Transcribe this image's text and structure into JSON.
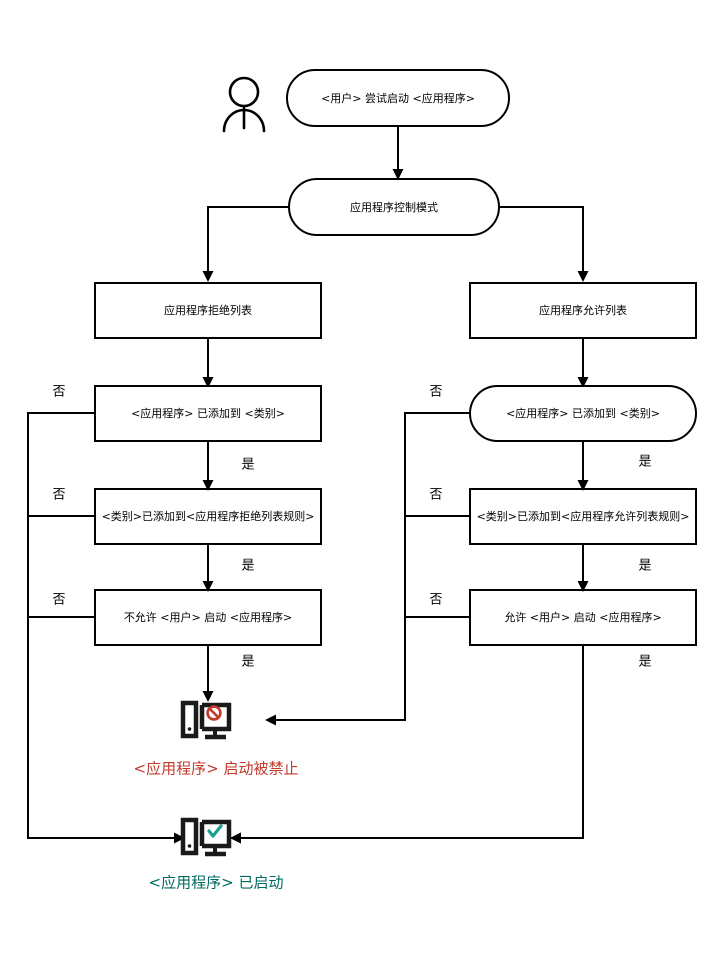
{
  "diagram": {
    "type": "flowchart",
    "title": "Application Control flowchart",
    "orientation": "top-down",
    "background": "#ffffff",
    "line_color": "#000000",
    "denied_color": "#c0392b",
    "allowed_color": "#006a60"
  },
  "actor": {
    "name": "user-actor",
    "icon": "person-icon"
  },
  "nodes": {
    "start": {
      "id": "start",
      "shape": "stadium",
      "label": "<用户> 尝试启动 <应用程序>"
    },
    "mode": {
      "id": "mode",
      "shape": "stadium",
      "label": "应用程序控制模式"
    },
    "denylist": {
      "id": "denylist",
      "shape": "rect",
      "label": "应用程序拒绝列表"
    },
    "allowlist": {
      "id": "allowlist",
      "shape": "rect",
      "label": "应用程序允许列表"
    },
    "deny_category": {
      "id": "deny_category",
      "shape": "rect",
      "label": "<应用程序> 已添加到 <类别>"
    },
    "allow_category": {
      "id": "allow_category",
      "shape": "stadium",
      "label": "<应用程序> 已添加到 <类别>"
    },
    "deny_rule": {
      "id": "deny_rule",
      "shape": "rect",
      "label": "<类别>已添加到<应用程序拒绝列表规则>"
    },
    "allow_rule": {
      "id": "allow_rule",
      "shape": "rect",
      "label": "<类别>已添加到<应用程序允许列表规则>"
    },
    "deny_start": {
      "id": "deny_start",
      "shape": "rect",
      "label": "不允许 <用户> 启动 <应用程序>"
    },
    "allow_start": {
      "id": "allow_start",
      "shape": "rect",
      "label": "允许 <用户> 启动 <应用程序>"
    }
  },
  "outcomes": {
    "blocked": {
      "id": "blocked",
      "icon": "monitor-blocked-icon",
      "label": "<应用程序> 启动被禁止",
      "color": "#c0392b"
    },
    "started": {
      "id": "started",
      "icon": "monitor-allowed-icon",
      "label": "<应用程序> 已启动",
      "color": "#006a60"
    }
  },
  "edge_labels": {
    "no": "否",
    "yes": "是",
    "left": {
      "no_category": "否",
      "yes_category": "是",
      "no_rule": "否",
      "yes_rule": "是",
      "no_start": "否",
      "yes_start": "是"
    },
    "right": {
      "no_category": "否",
      "yes_category": "是",
      "no_rule": "否",
      "yes_rule": "是",
      "no_start": "否",
      "yes_start": "是"
    }
  }
}
